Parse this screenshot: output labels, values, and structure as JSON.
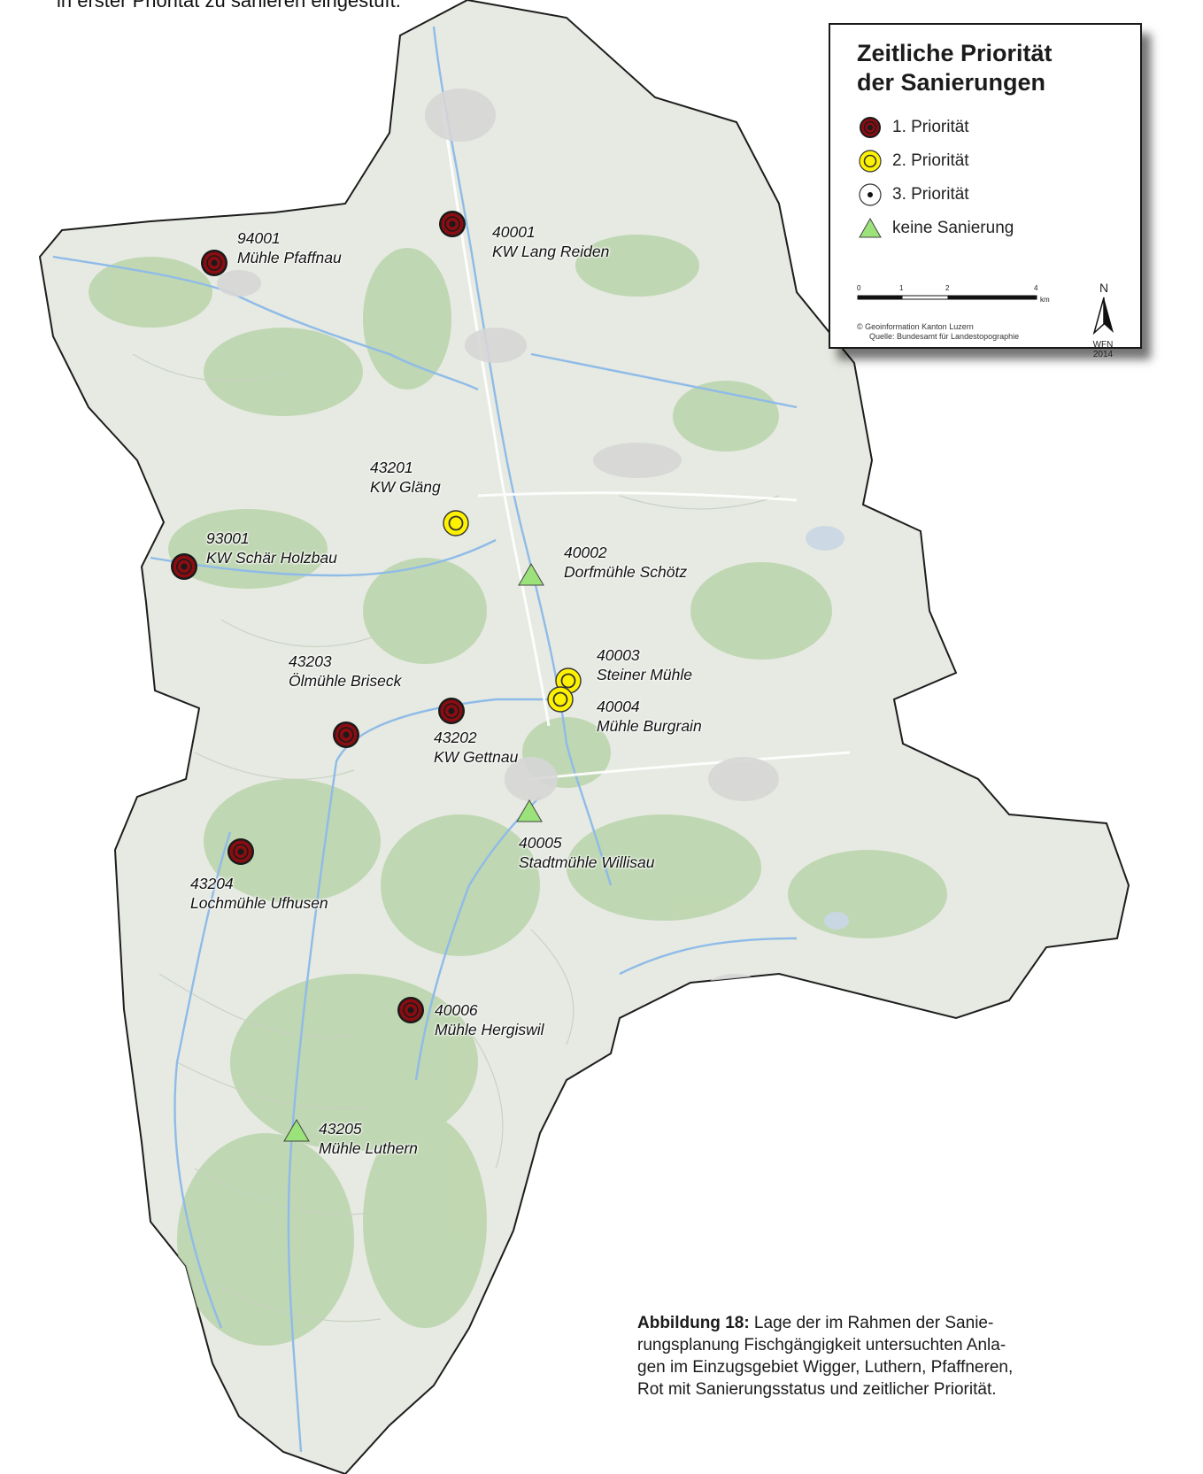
{
  "intro_text": "in erster Priorität zu sanieren eingestuft.",
  "legend": {
    "title_line1": "Zeitliche Priorität",
    "title_line2": "der Sanierungen",
    "items": [
      {
        "label": "1. Priorität",
        "symbol": "red-target-icon"
      },
      {
        "label": "2. Priorität",
        "symbol": "yellow-ring-icon"
      },
      {
        "label": "3. Priorität",
        "symbol": "white-dot-icon"
      },
      {
        "label": "keine Sanierung",
        "symbol": "green-triangle-icon"
      }
    ],
    "scale_ticks": [
      "0",
      "1",
      "2",
      "4"
    ],
    "scale_unit": "km",
    "credit_line1": "© Geoinformation Kanton Luzern",
    "credit_line2": "Quelle: Bundesamt für Landestopographie",
    "north_label": "N",
    "org": "WFN",
    "year": "2014"
  },
  "colors": {
    "priority1": "#8b0d12",
    "priority2": "#fff200",
    "priority3": "#ffffff",
    "none": "#9be27a",
    "terrain": "#e8ece4",
    "forest": "#b7d3a8",
    "water": "#9cc4ea"
  },
  "sites": [
    {
      "id": "94001",
      "name": "Mühle Pfaffnau",
      "priority": "1"
    },
    {
      "id": "40001",
      "name": "KW Lang Reiden",
      "priority": "1"
    },
    {
      "id": "43201",
      "name": "KW Gläng",
      "priority": "2"
    },
    {
      "id": "93001",
      "name": "KW Schär Holzbau",
      "priority": "1"
    },
    {
      "id": "40002",
      "name": "Dorfmühle Schötz",
      "priority": "keine"
    },
    {
      "id": "40003",
      "name": "Steiner Mühle",
      "priority": "2"
    },
    {
      "id": "40004",
      "name": "Mühle Burgrain",
      "priority": "2"
    },
    {
      "id": "43203",
      "name": "Ölmühle Briseck",
      "priority": "1"
    },
    {
      "id": "43202",
      "name": "KW Gettnau",
      "priority": "1"
    },
    {
      "id": "40005",
      "name": "Stadtmühle Willisau",
      "priority": "keine"
    },
    {
      "id": "43204",
      "name": "Lochmühle Ufhusen",
      "priority": "1"
    },
    {
      "id": "40006",
      "name": "Mühle Hergiswil",
      "priority": "1"
    },
    {
      "id": "43205",
      "name": "Mühle Luthern",
      "priority": "keine"
    }
  ],
  "caption": {
    "label": "Abbildung 18:",
    "line1": " Lage der im Rahmen der Sanie-",
    "line2": "rungsplanung Fischgängigkeit untersuchten Anla-",
    "line3": "gen im Einzugsgebiet Wigger, Luthern, Pfaffneren,",
    "line4": "Rot mit Sanierungsstatus und zeitlicher Priorität."
  }
}
